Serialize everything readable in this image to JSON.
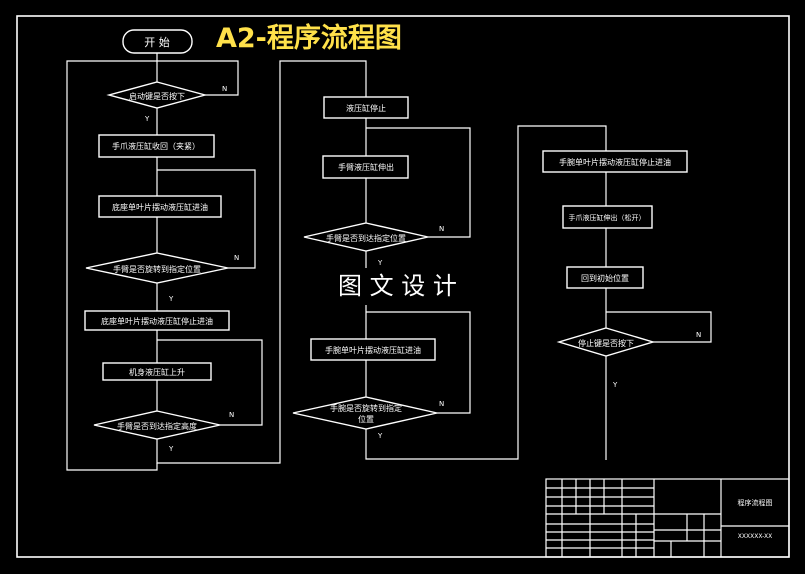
{
  "title": "A2-程序流程图",
  "watermark": "图 文 设 计",
  "colors": {
    "background": "#000000",
    "lines": "#ffffff",
    "title": "#ffe14a"
  },
  "flow": {
    "start": "开 始",
    "col1": {
      "start_check": "启动键是否按下",
      "hand_grip_retract": "手爪液压缸收回（夹紧）",
      "base_vane_feed": "底座单叶片摆动液压缸进油",
      "arm_rotate_check": "手臂是否旋转到指定位置",
      "base_vane_stop": "底座单叶片摆动液压缸停止进油",
      "body_cyl_up": "机身液压缸上升",
      "arm_height_check": "手臂是否到达指定高度"
    },
    "col2": {
      "cyl_stop": "液压缸停止",
      "arm_cyl_extend": "手臂液压缸伸出",
      "arm_reach_check": "手臂是否到达指定位置",
      "wrist_vane_feed": "手腕单叶片摆动液压缸进油",
      "wrist_rotate_check_l1": "手腕是否旋转到指定",
      "wrist_rotate_check_l2": "位置"
    },
    "col3": {
      "wrist_vane_stop": "手腕单叶片摆动液压缸停止进油",
      "hand_grip_extend": "手爪液压缸伸出（松开）",
      "return_home": "回到初始位置",
      "stop_check": "停止键是否按下"
    },
    "flags": {
      "yes": "Y",
      "no": "N"
    }
  },
  "title_block": {
    "drawing_name": "程序流程图",
    "drawing_no": "XXXXXX-XX"
  }
}
